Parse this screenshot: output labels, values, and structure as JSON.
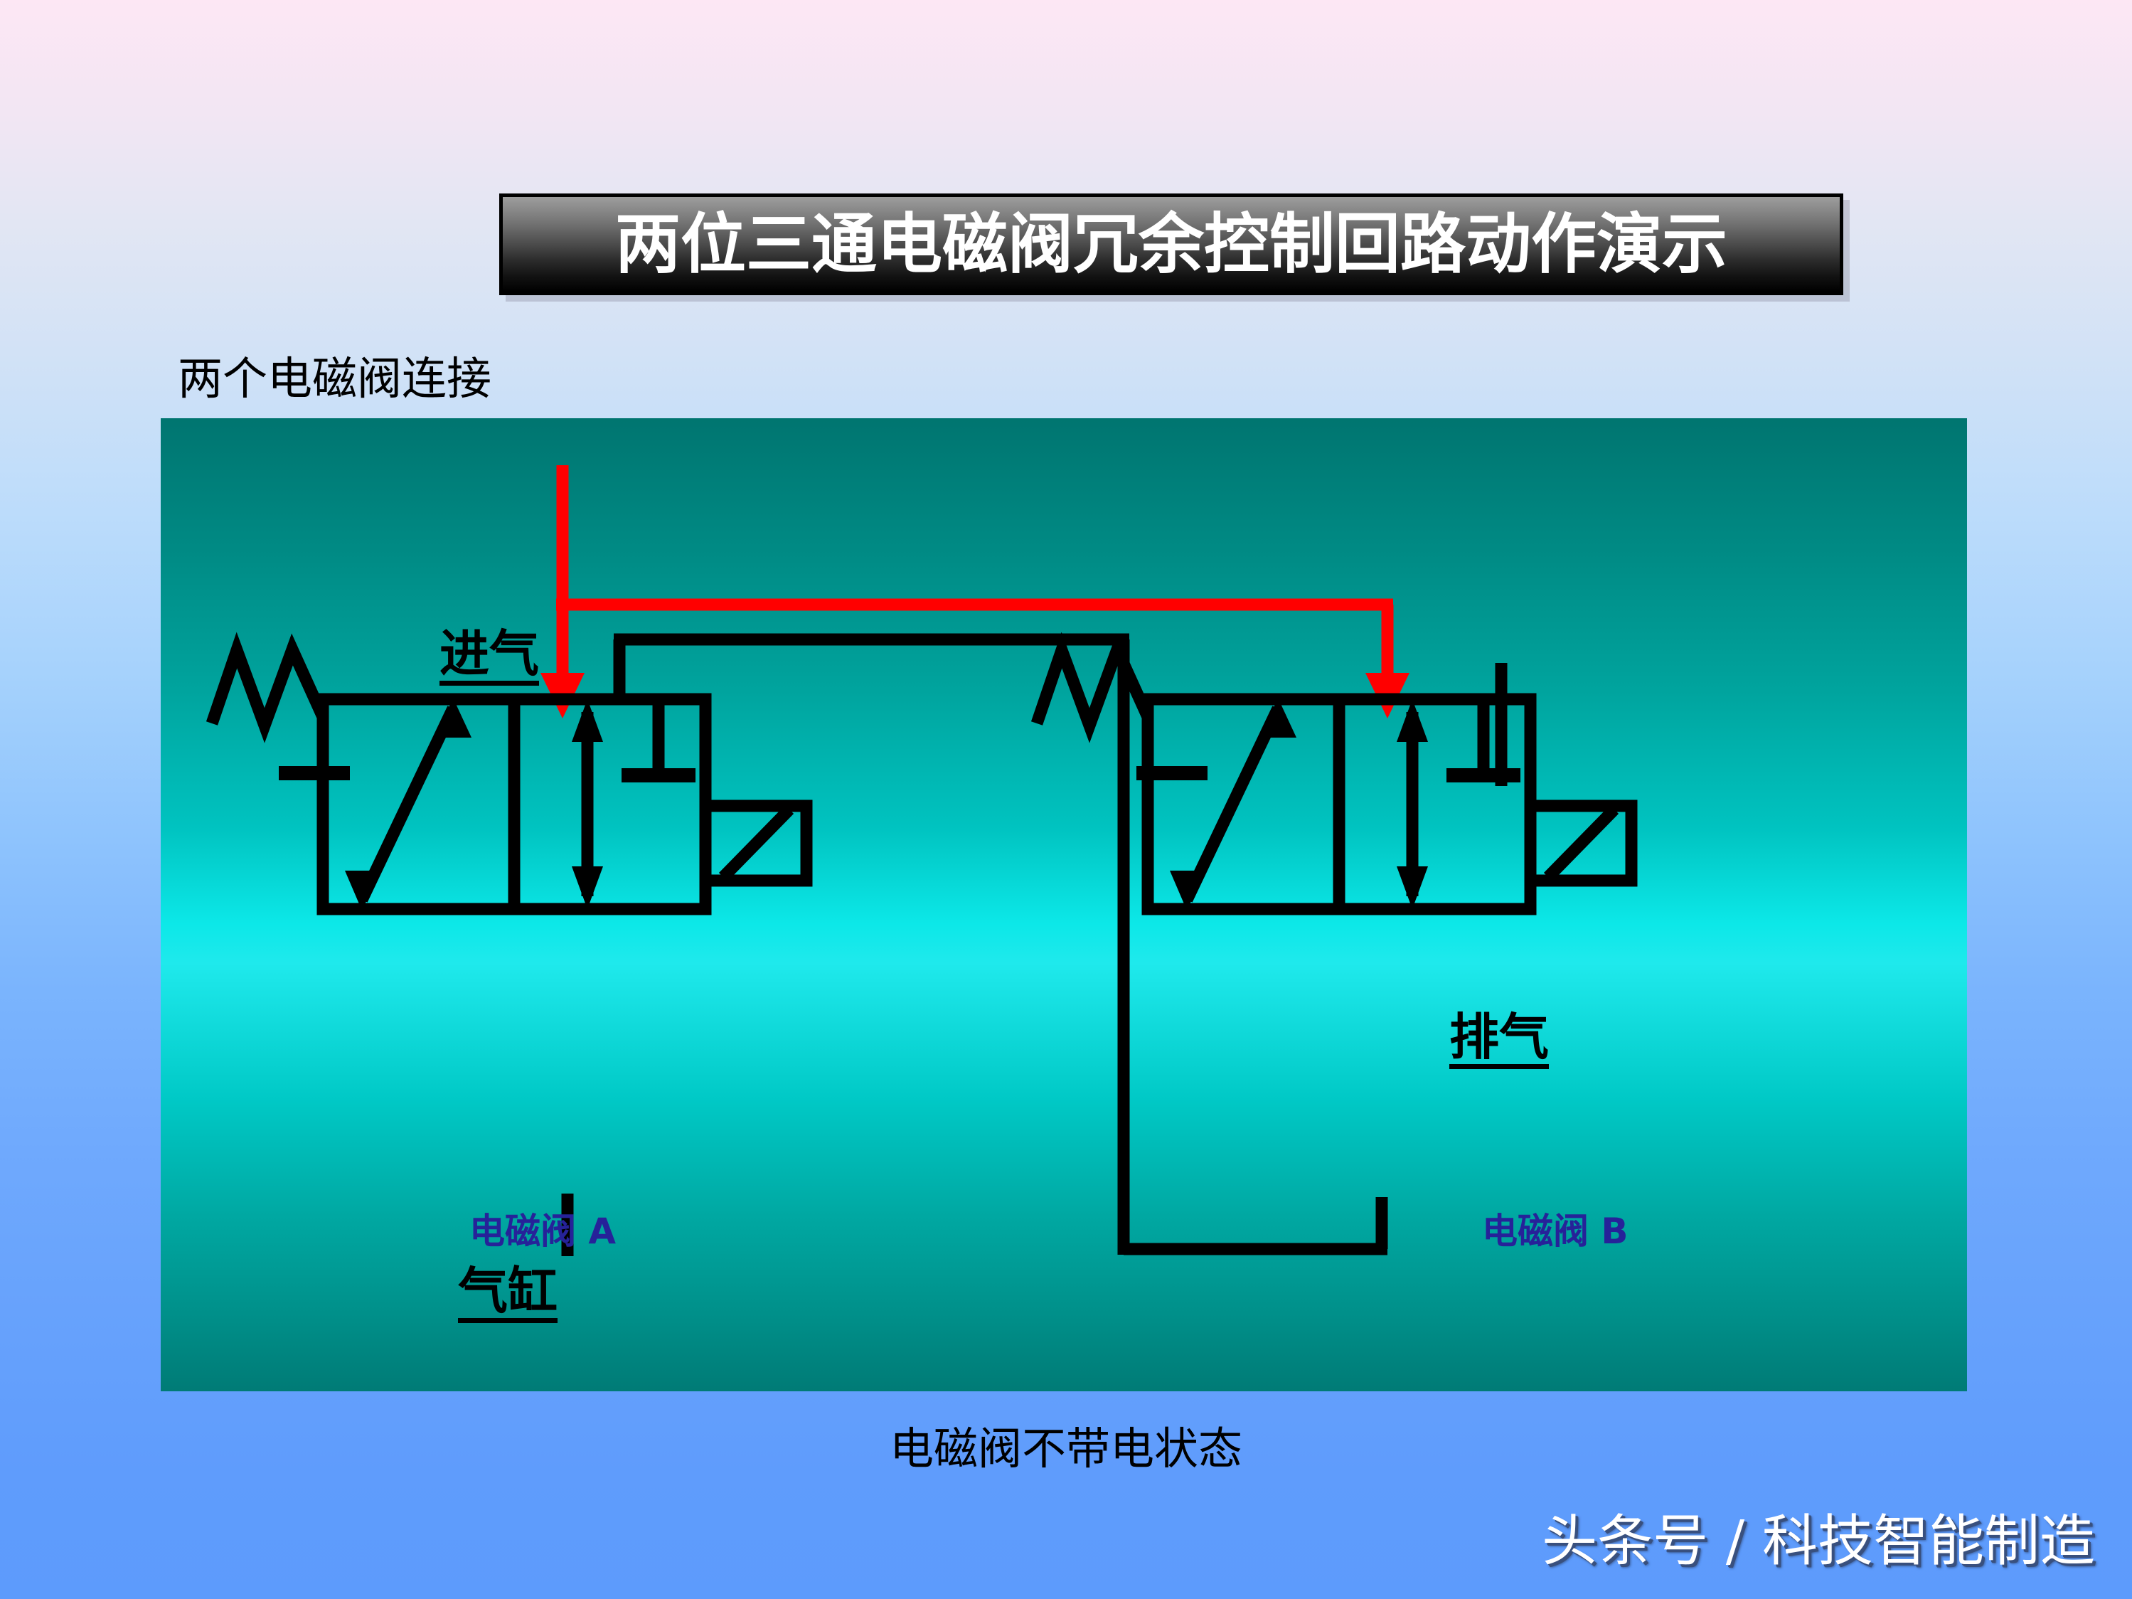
{
  "page": {
    "background_top_color": "#fde7f4",
    "background_bottom_color": "#5d9bfc"
  },
  "title": {
    "text": "两位三通电磁阀冗余控制回路动作演示",
    "text_color": "#ffffff",
    "banner_top_color": "#9d9d9d",
    "banner_bottom_color": "#000000"
  },
  "section": {
    "heading": "两个电磁阀连接"
  },
  "diagram": {
    "panel_top_color": "#007570",
    "panel_mid_color": "#1fe9ec",
    "panel_bottom_color": "#007b76",
    "pipe_supply_color": "#ff0000",
    "pipe_signal_color": "#000000",
    "labels": {
      "intake": "进气",
      "exhaust": "排气",
      "cylinder": "气缸",
      "valve_a": "电磁阀 A",
      "valve_b": "电磁阀 B",
      "valve_label_color": "#262299"
    }
  },
  "caption": {
    "text": "电磁阀不带电状态"
  },
  "watermark": {
    "text": "头条号 / 科技智能制造"
  }
}
